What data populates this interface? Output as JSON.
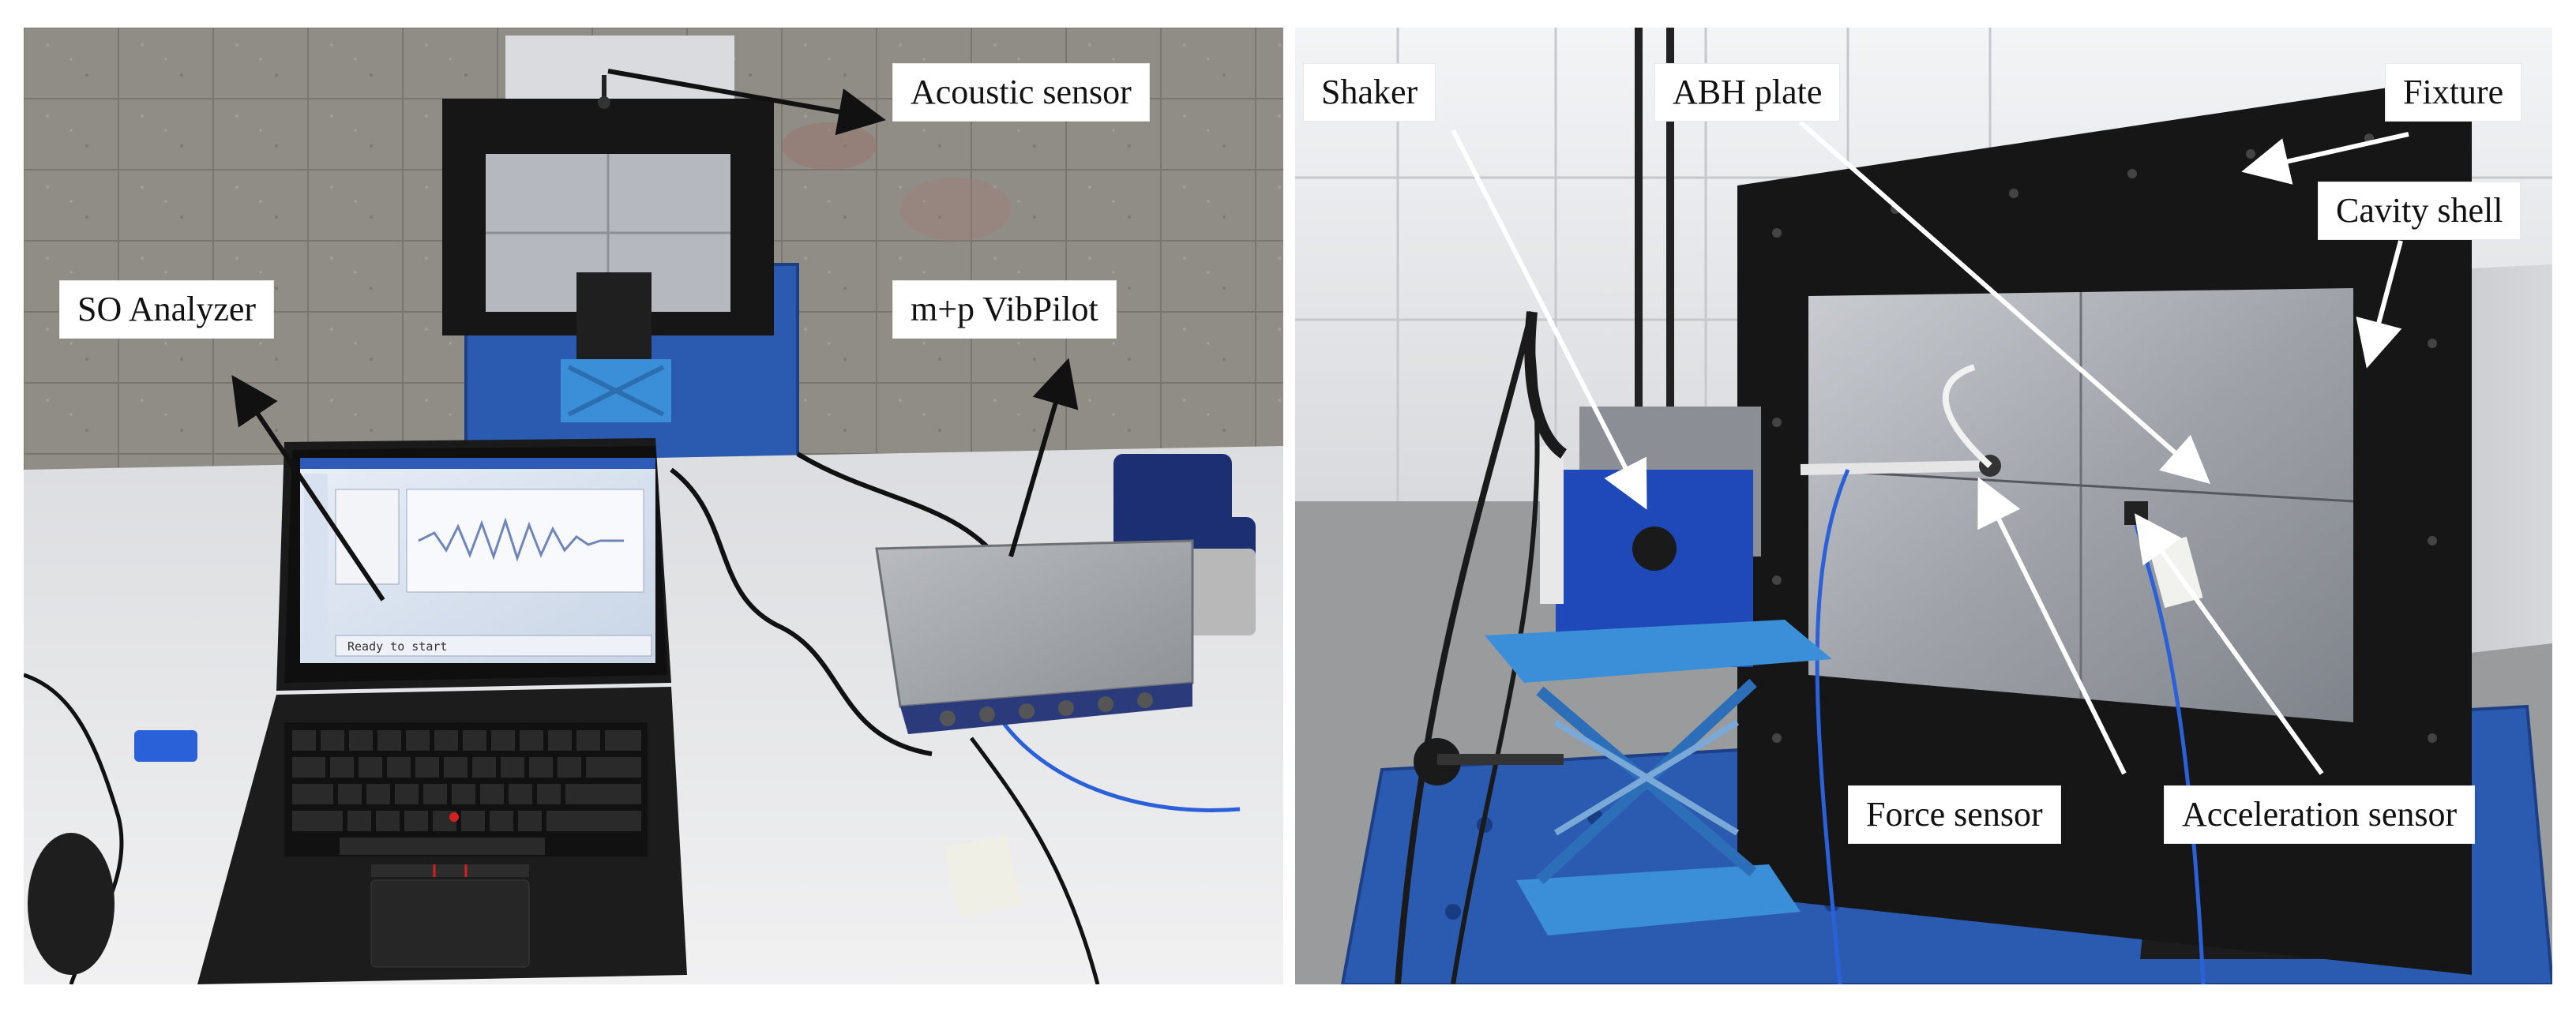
{
  "left_panel": {
    "labels": {
      "acoustic_sensor": "Acoustic sensor",
      "so_analyzer": "SO Analyzer",
      "vibpilot": "m+p VibPilot"
    },
    "laptop_screen_status": "Ready to start"
  },
  "right_panel": {
    "labels": {
      "shaker": "Shaker",
      "abh_plate": "ABH plate",
      "fixture": "Fixture",
      "cavity_shell": "Cavity shell",
      "force_sensor": "Force sensor",
      "acceleration_sensor": "Acceleration sensor"
    }
  },
  "colors": {
    "floor": "#8e8a84",
    "table": "#e9e9ea",
    "fixture_black": "#161616",
    "plate_metal": "#b5b9bf",
    "base_blue": "#2b5bb0",
    "scissor_blue": "#3b8fd8",
    "shaker_blue": "#1f49b8",
    "cable_blue": "#2b61d8",
    "arrow_left": "#111111",
    "arrow_right": "#ffffff"
  },
  "icons": [
    "laptop-icon",
    "trackpoint-dot",
    "bnc-connector"
  ]
}
